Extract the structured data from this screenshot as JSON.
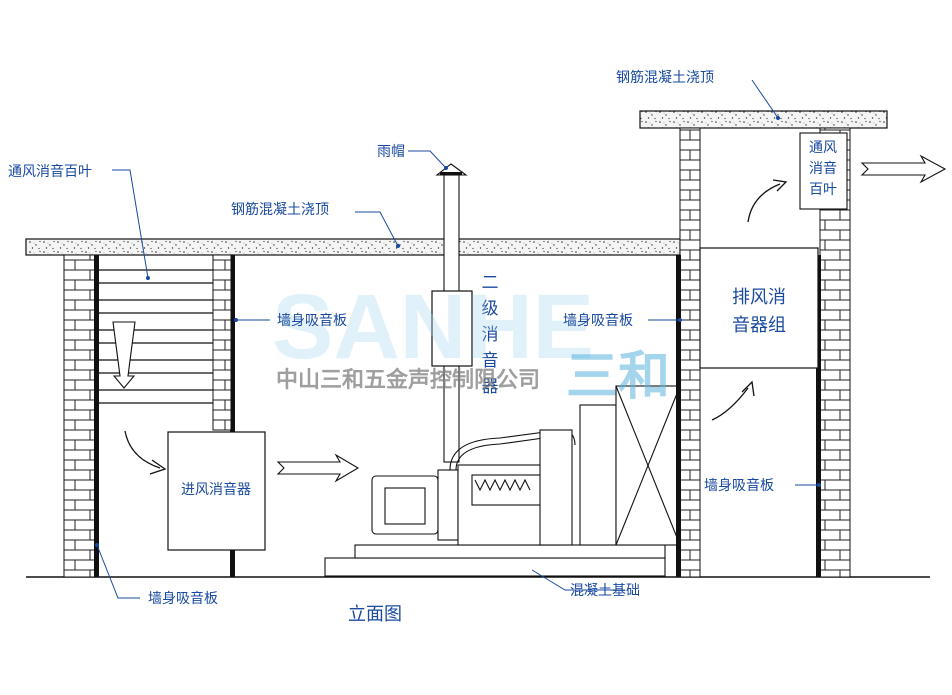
{
  "labels": {
    "roof_left": "钢筋混凝土浇顶",
    "roof_right": "钢筋混凝土浇顶",
    "rain_cap": "雨帽",
    "intake_louver": "通风消音百叶",
    "wall_panel_mid": "墙身吸音板",
    "wall_panel_right": "墙身吸音板",
    "wall_panel_exhaust": "墙身吸音板",
    "wall_panel_bottom": "墙身吸音板",
    "secondary_silencer": [
      "二",
      "级",
      "消",
      "音",
      "器"
    ],
    "intake_silencer": "进风消音器",
    "exhaust_group_line1": "排风消",
    "exhaust_group_line2": "音器组",
    "exhaust_louver": [
      "通风",
      "消音",
      "百叶"
    ],
    "foundation": "混凝土基础",
    "view_title": "立面图"
  },
  "watermark": {
    "latin": "SANHE",
    "company": "中山三和五金声控制限公司",
    "brand": "三和"
  },
  "colors": {
    "label": "#1a4aa0",
    "line": "#111111",
    "watermark_blue": "#5bb4e0"
  }
}
